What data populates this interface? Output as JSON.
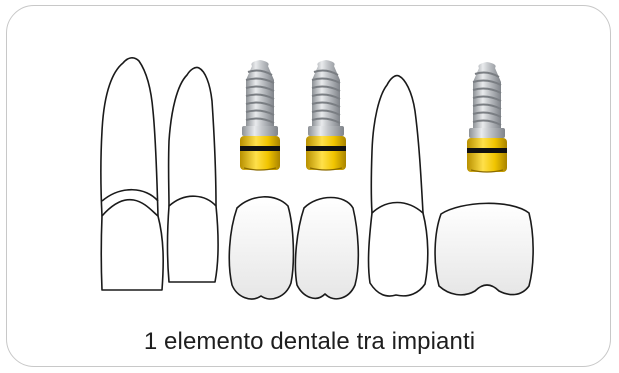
{
  "caption": "1 elemento dentale tra impianti",
  "colors": {
    "tooth_outline": "#1a1a1a",
    "crown_fill": "#f2f2f2",
    "implant_titanium": "#b9bcc0",
    "abutment_gold": "#e8c200",
    "ring_black": "#111111"
  },
  "teeth": [
    {
      "id": 1,
      "type": "natural"
    },
    {
      "id": 2,
      "type": "natural"
    },
    {
      "id": 3,
      "type": "implant"
    },
    {
      "id": 4,
      "type": "implant"
    },
    {
      "id": 5,
      "type": "natural"
    },
    {
      "id": 6,
      "type": "implant"
    }
  ]
}
